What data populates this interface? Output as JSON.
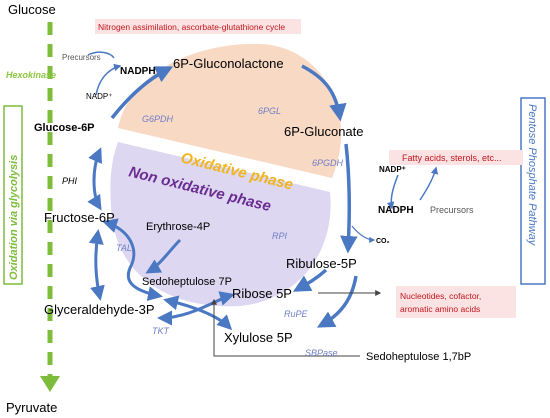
{
  "colors": {
    "oxidative_fill": "#f8d9c4",
    "nonoxidative_fill": "#ddd7f1",
    "arrow_blue": "#4a78c3",
    "glycolysis_green": "#7ebc3b",
    "ppp_box_border": "#4a78c3",
    "oxidative_label": "#f0b51d",
    "nonoxidative_label": "#6a2d91",
    "red_text": "#c0151b",
    "red_bg": "#fbe3e4",
    "enzyme_text": "#6f7fc6"
  },
  "metabolites": {
    "glucose": "Glucose",
    "glucose_6p": "Glucose-6P",
    "fructose_6p": "Fructose-6P",
    "glyceraldehyde_3p": "Glyceraldehyde-3P",
    "pyruvate": "Pyruvate",
    "gluconolactone": "6P-Gluconolactone",
    "gluconate": "6P-Gluconate",
    "ribulose_5p": "Ribulose-5P",
    "ribose_5p": "Ribose 5P",
    "xylulose_5p": "Xylulose 5P",
    "sedoheptulose_7p": "Sedoheptulose 7P",
    "erythrose_4p": "Erythrose-4P",
    "sedoheptulose_bp": "Sedoheptulose 1,7bP"
  },
  "enzymes": {
    "hexokinase": "Hexokinase",
    "g6pdh": "G6PDH",
    "pgl": "6PGL",
    "pgdh": "6PGDH",
    "phi": "PHI",
    "tal": "TAL",
    "rpi": "RPI",
    "rupe": "RuPE",
    "tkt": "TKT",
    "sbpase": "SBPase"
  },
  "cofactors": {
    "nadph_top": "NADPH",
    "nadp_top": "NADP⁺",
    "precursors_top": "Precursors",
    "nadp_right": "NADP⁺",
    "nadph_right": "NADPH",
    "precursors_right": "Precursors",
    "co2": "CO₂"
  },
  "phases": {
    "oxidative": "Oxidative phase",
    "non_oxidative": "Non oxidative phase"
  },
  "side_labels": {
    "glycolysis": "Oxidation via glycolysis",
    "ppp": "Pentose Phosphate Pathway"
  },
  "outputs": {
    "nitrogen": "Nitrogen assimilation, ascorbate-glutathione cycle",
    "fatty_acids": "Fatty acids, sterols, etc...",
    "nucleotides_line1": "Nucleotides, cofactor,",
    "nucleotides_line2": "aromatic amino acids"
  }
}
